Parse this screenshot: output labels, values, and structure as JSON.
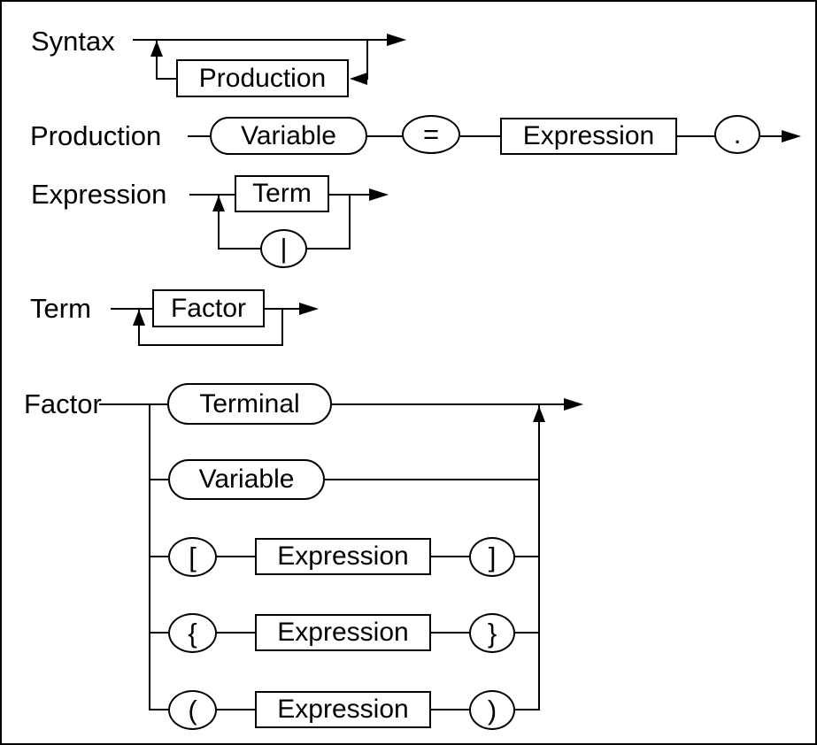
{
  "colors": {
    "background": "#ffffff",
    "line": "#000000",
    "text": "#000000"
  },
  "rules": [
    {
      "label": "Syntax",
      "nodes": [
        {
          "type": "nonterminal",
          "text": "Production"
        }
      ]
    },
    {
      "label": "Production",
      "nodes": [
        {
          "type": "terminal",
          "text": "Variable"
        },
        {
          "type": "terminal",
          "text": "="
        },
        {
          "type": "nonterminal",
          "text": "Expression"
        },
        {
          "type": "terminal",
          "text": "."
        }
      ]
    },
    {
      "label": "Expression",
      "nodes": [
        {
          "type": "nonterminal",
          "text": "Term"
        },
        {
          "type": "terminal",
          "text": "|"
        }
      ]
    },
    {
      "label": "Term",
      "nodes": [
        {
          "type": "nonterminal",
          "text": "Factor"
        }
      ]
    },
    {
      "label": "Factor",
      "nodes": [
        {
          "type": "terminal",
          "text": "Terminal"
        },
        {
          "type": "terminal",
          "text": "Variable"
        },
        {
          "type": "terminal",
          "text": "["
        },
        {
          "type": "nonterminal",
          "text": "Expression"
        },
        {
          "type": "terminal",
          "text": "]"
        },
        {
          "type": "terminal",
          "text": "{"
        },
        {
          "type": "nonterminal",
          "text": "Expression"
        },
        {
          "type": "terminal",
          "text": "}"
        },
        {
          "type": "terminal",
          "text": "("
        },
        {
          "type": "nonterminal",
          "text": "Expression"
        },
        {
          "type": "terminal",
          "text": ")"
        }
      ]
    }
  ]
}
